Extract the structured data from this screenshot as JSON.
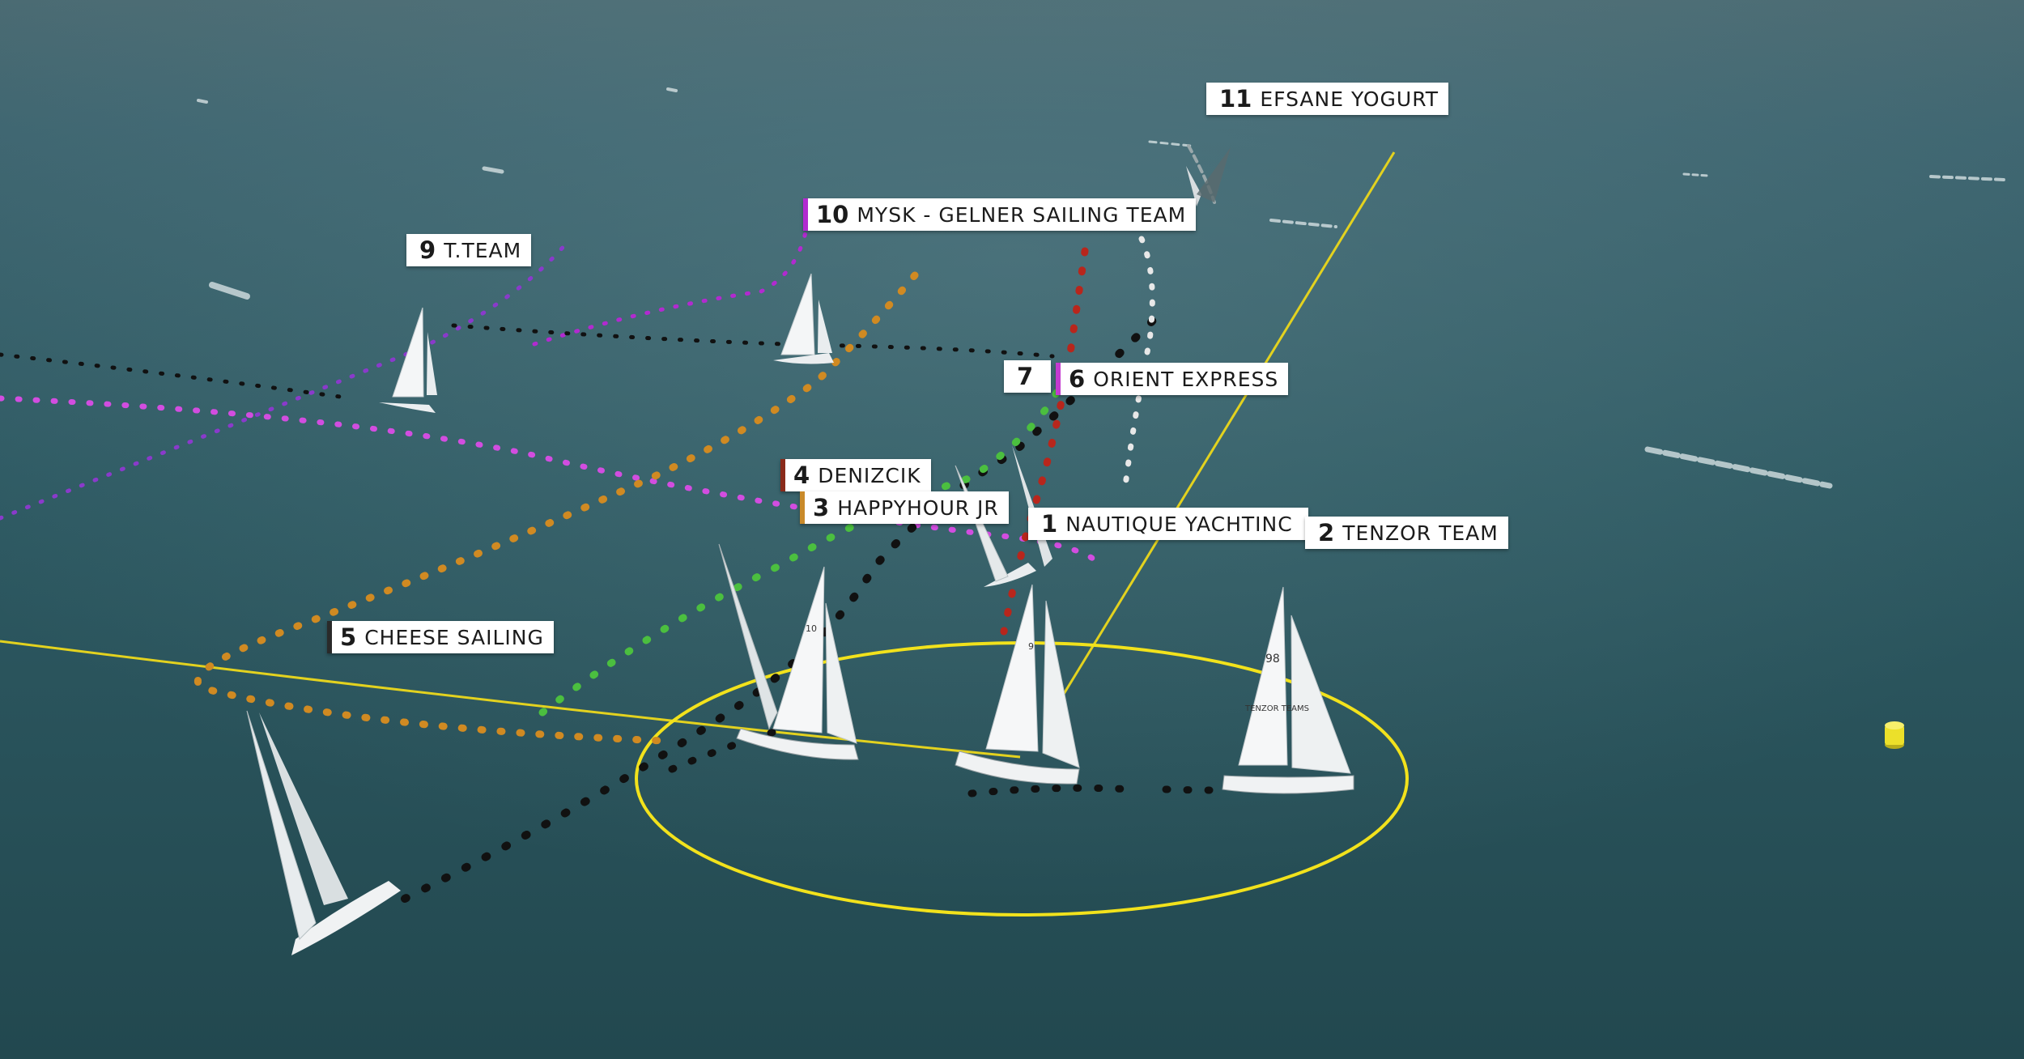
{
  "race": {
    "boats": [
      {
        "position": "1",
        "team": "NAUTIQUE YACHTINC",
        "color": "#ffffff"
      },
      {
        "position": "2",
        "team": "TENZOR TEAM",
        "color": "#ffffff"
      },
      {
        "position": "3",
        "team": "HAPPYHOUR JR",
        "color": "#c98a2a"
      },
      {
        "position": "4",
        "team": "DENIZCIK",
        "color": "#8a2a1a"
      },
      {
        "position": "5",
        "team": "CHEESE SAILING",
        "color": "#2a2a2a"
      },
      {
        "position": "6",
        "team": "ORIENT EXPRESS",
        "color": "#c43ad0"
      },
      {
        "position": "7",
        "team": "",
        "color": "#ffffff"
      },
      {
        "position": "9",
        "team": "T.TEAM",
        "color": "#ffffff"
      },
      {
        "position": "10",
        "team": "MYSK - GELNER SAILING TEAM",
        "color": "#b22ad0"
      },
      {
        "position": "11",
        "team": "EFSANE YOGURT",
        "color": "#ffffff"
      }
    ],
    "sail_numbers": [
      "10",
      "9",
      "98"
    ],
    "sail_text": [
      "TENZOR TEAMS"
    ],
    "track_colors": {
      "black": "#111111",
      "orange": "#d08a22",
      "magenta": "#d24de0",
      "green": "#4bbf3f",
      "red": "#b8261c",
      "white": "#e8e8e8",
      "layline": "#e3d21f",
      "mark_zone": "#f2e21c"
    },
    "mark_color": "#ece02a"
  }
}
